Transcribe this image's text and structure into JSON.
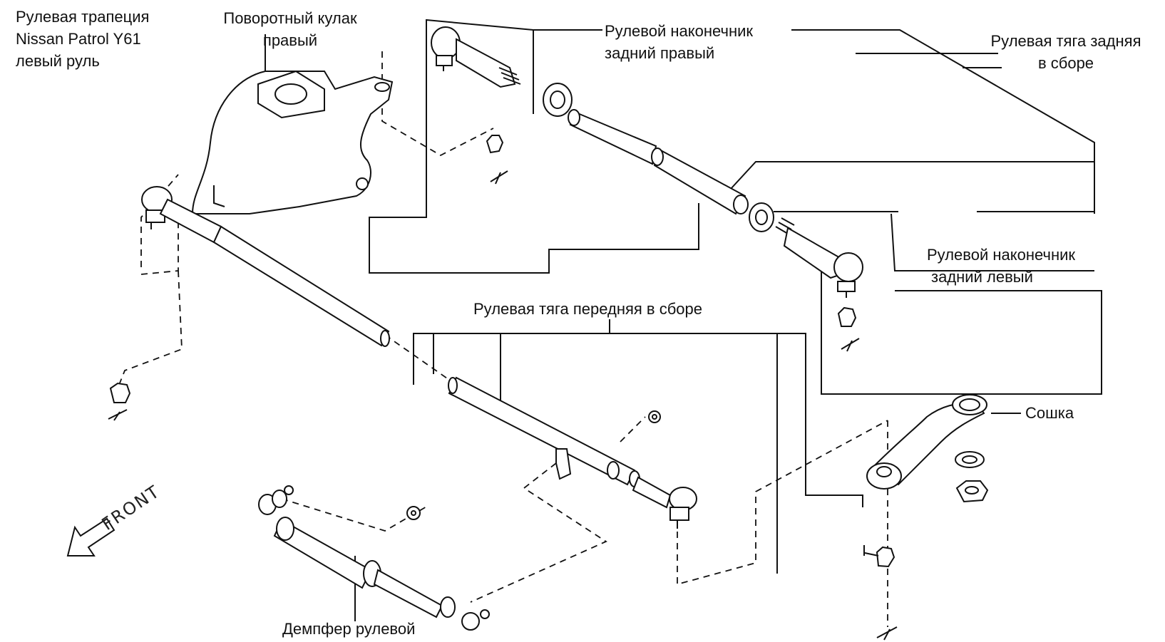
{
  "diagram": {
    "title": [
      "Рулевая трапеция",
      "Nissan Patrol Y61",
      "левый руль"
    ],
    "front_marker": "FRONT",
    "labels": {
      "knuckle_right": [
        "Поворотный кулак",
        "правый"
      ],
      "tie_rod_end_rear_right": [
        "Рулевой наконечник",
        "задний правый"
      ],
      "rear_rod_assembly": [
        "Рулевая тяга задняя",
        "в сборе"
      ],
      "tie_rod_end_rear_left": [
        "Рулевой наконечник",
        "задний левый"
      ],
      "front_rod_assembly": "Рулевая тяга передняя в сборе",
      "pitman_arm": "Сошка",
      "steering_damper": "Демпфер рулевой"
    }
  }
}
